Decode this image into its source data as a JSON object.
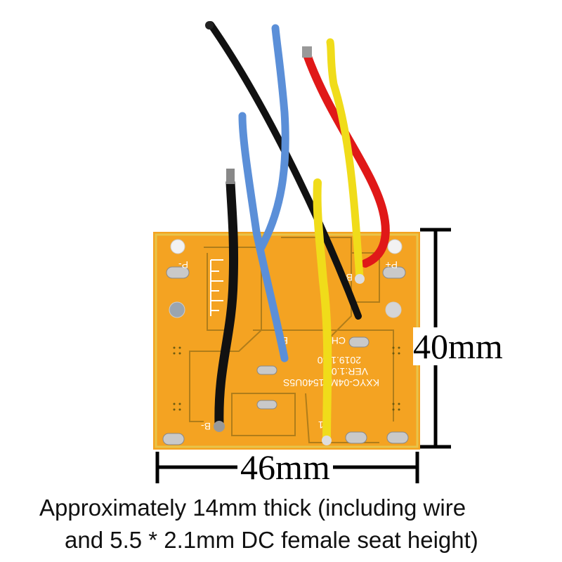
{
  "dimensions": {
    "width_label": "46mm",
    "height_label": "40mm"
  },
  "caption": {
    "line1": "Approximately 14mm thick (including wire",
    "line2": "and 5.5 * 2.1mm DC female seat height)"
  },
  "board_labels": {
    "p_minus": "P-",
    "p_plus": "P+",
    "b_minus": "B-",
    "b3": "B3",
    "ch": "CH",
    "b": "B",
    "b1": "B1",
    "model": "KXYC-04MT1540U5S",
    "version": "VER:1.0",
    "date": "2019.1.30"
  },
  "colors": {
    "pcb": "#f5a623",
    "trace": "#b98a1c",
    "wire_black": "#111111",
    "wire_blue": "#5b8fd8",
    "wire_red": "#e01818",
    "wire_yellow": "#f2e01c"
  }
}
